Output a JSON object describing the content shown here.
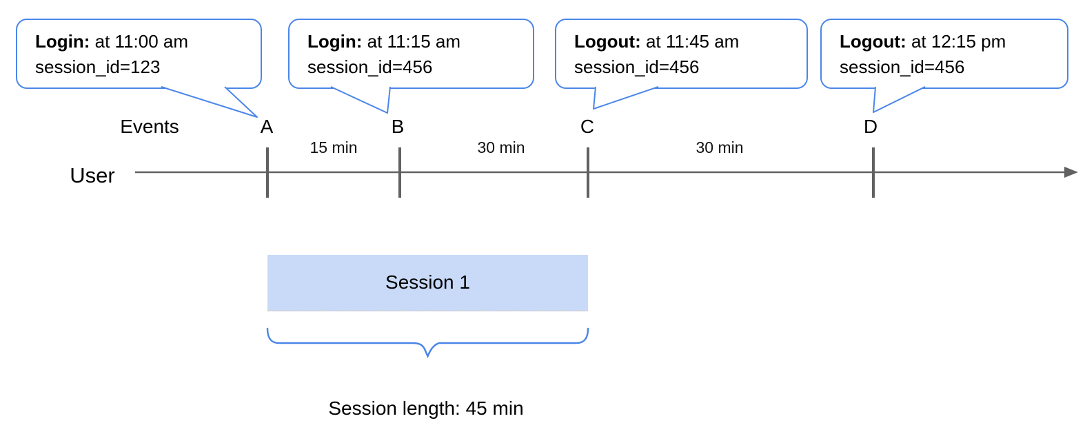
{
  "colors": {
    "accent_blue": "#4a86e8",
    "session_fill": "#c9daf8",
    "timeline_gray": "#616161"
  },
  "callouts": [
    {
      "label": "Login:",
      "line1_rest": " at 11:00 am",
      "line2": "session_id=123",
      "points_to": "A"
    },
    {
      "label": "Login:",
      "line1_rest": " at 11:15 am",
      "line2": "session_id=456",
      "points_to": "B"
    },
    {
      "label": "Logout:",
      "line1_rest": " at 11:45 am",
      "line2": "session_id=456",
      "points_to": "C"
    },
    {
      "label": "Logout:",
      "line1_rest": " at 12:15 pm",
      "line2": "session_id=456",
      "points_to": "D"
    }
  ],
  "timeline": {
    "row_label": "User",
    "events_label": "Events",
    "event_markers": [
      "A",
      "B",
      "C",
      "D"
    ],
    "intervals": [
      "15 min",
      "30 min",
      "30 min"
    ]
  },
  "session": {
    "box_label": "Session 1",
    "length_label": "Session length: 45 min"
  }
}
